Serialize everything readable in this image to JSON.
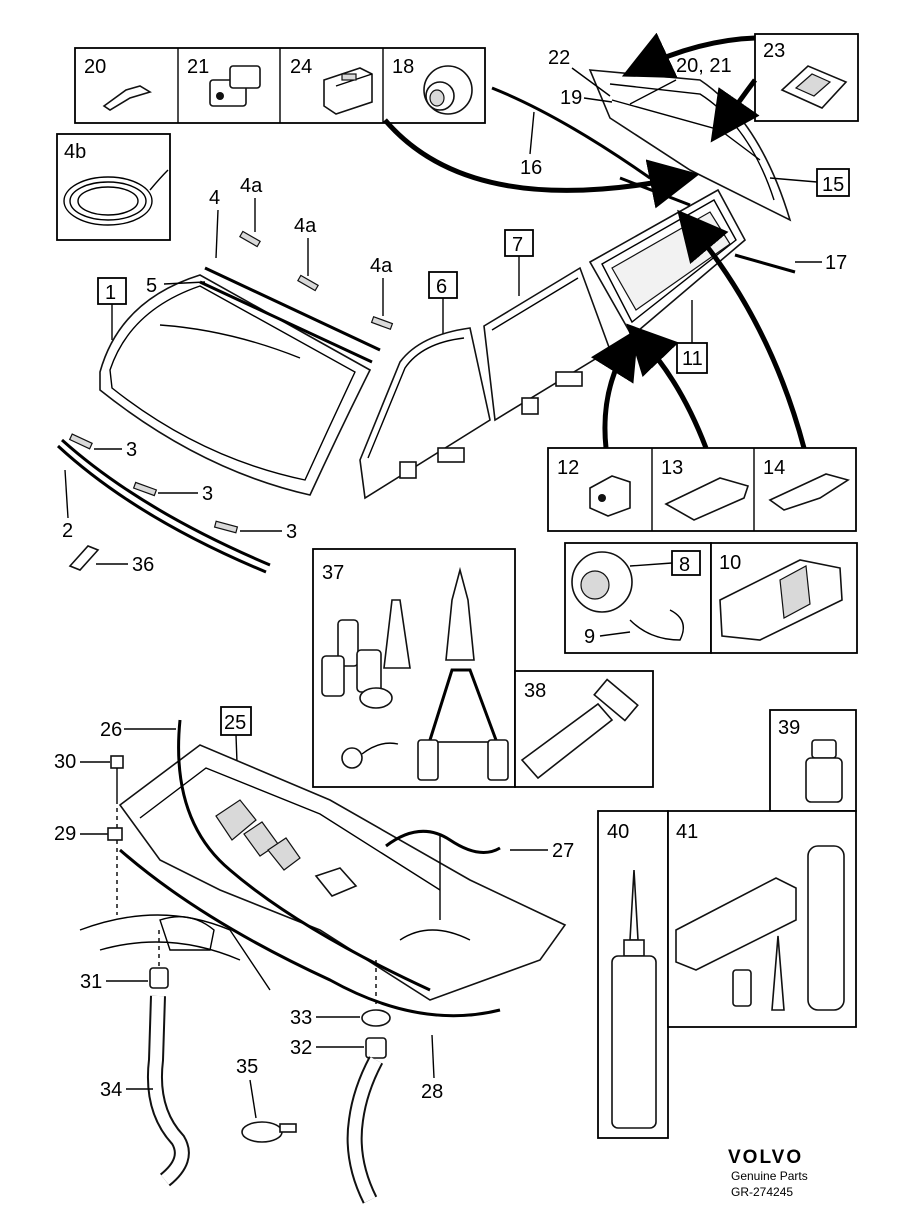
{
  "callouts": {
    "c1": "1",
    "c2": "2",
    "c3a": "3",
    "c3b": "3",
    "c3c": "3",
    "c4": "4",
    "c4a1": "4a",
    "c4a2": "4a",
    "c4a3": "4a",
    "c4b": "4b",
    "c5": "5",
    "c6": "6",
    "c7": "7",
    "c8": "8",
    "c9": "9",
    "c10": "10",
    "c11": "11",
    "c12": "12",
    "c13": "13",
    "c14": "14",
    "c15": "15",
    "c16": "16",
    "c17": "17",
    "c18": "18",
    "c19": "19",
    "c20": "20",
    "c20_21": "20, 21",
    "c21": "21",
    "c22": "22",
    "c23": "23",
    "c24": "24",
    "c25": "25",
    "c26": "26",
    "c27": "27",
    "c28": "28",
    "c29": "29",
    "c30": "30",
    "c31": "31",
    "c32": "32",
    "c33": "33",
    "c34": "34",
    "c35": "35",
    "c36": "36",
    "c37": "37",
    "c38": "38",
    "c39": "39",
    "c40": "40",
    "c41": "41"
  },
  "footer": {
    "brand": "VOLVO",
    "tagline": "Genuine Parts",
    "ref": "GR-274245"
  }
}
